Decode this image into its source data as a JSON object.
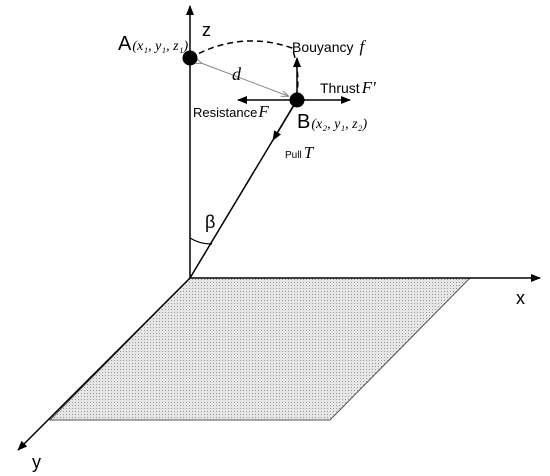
{
  "axes": {
    "z": "z",
    "x": "x",
    "y": "y"
  },
  "points": {
    "A": {
      "label": "A",
      "coords": "(x₁, y₁, z₁)"
    },
    "B": {
      "label": "B",
      "coords": "(x₂, y₁, z₂)"
    }
  },
  "distance_label": "d",
  "angle_label": "β",
  "forces": {
    "buoyancy": {
      "text": "Bouyancy",
      "symbol": "f"
    },
    "thrust": {
      "text": "Thrust",
      "symbol": "F′"
    },
    "resistance": {
      "text": "Resistance",
      "symbol": "F"
    },
    "pull": {
      "text": "Pull",
      "symbol": "T"
    }
  },
  "colors": {
    "line": "#000000",
    "plane_fill": "#d4d4d4",
    "distance_arrow": "#888888"
  }
}
